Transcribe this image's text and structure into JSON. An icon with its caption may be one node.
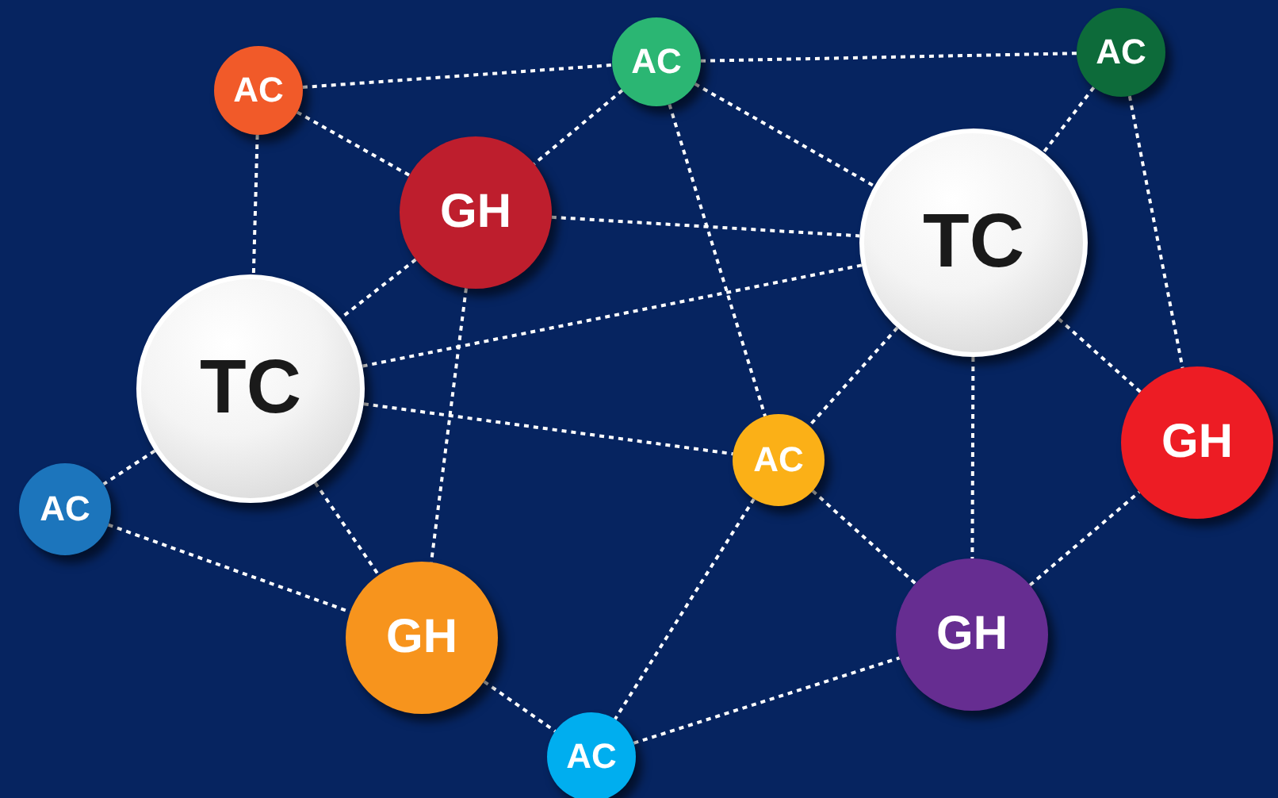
{
  "diagram": {
    "nodes": [
      {
        "text": [
          "AC"
        ]
      },
      {
        "text": [
          "AC"
        ]
      },
      {
        "text": [
          "AC"
        ]
      },
      {
        "text": [
          "GH"
        ]
      },
      {
        "text": [
          "TC"
        ]
      },
      {
        "text": [
          "TC"
        ]
      },
      {
        "text": [
          "GH"
        ]
      },
      {
        "text": [
          "AC"
        ]
      },
      {
        "text": [
          "AC"
        ]
      },
      {
        "text": [
          "GH"
        ]
      },
      {
        "text": [
          "GH"
        ]
      },
      {
        "text": [
          "AC"
        ]
      }
    ],
    "edges": [
      {
        "from": 0,
        "to": 1,
        "arrow": "none"
      },
      {
        "from": 1,
        "to": 2,
        "arrow": "none"
      },
      {
        "from": 0,
        "to": 3,
        "arrow": "none"
      },
      {
        "from": 0,
        "to": 5,
        "arrow": "none"
      },
      {
        "from": 1,
        "to": 3,
        "arrow": "none"
      },
      {
        "from": 1,
        "to": 4,
        "arrow": "none"
      },
      {
        "from": 1,
        "to": 7,
        "arrow": "none"
      },
      {
        "from": 2,
        "to": 4,
        "arrow": "none"
      },
      {
        "from": 2,
        "to": 6,
        "arrow": "none"
      },
      {
        "from": 3,
        "to": 4,
        "arrow": "none"
      },
      {
        "from": 3,
        "to": 5,
        "arrow": "none"
      },
      {
        "from": 3,
        "to": 9,
        "arrow": "none"
      },
      {
        "from": 4,
        "to": 5,
        "arrow": "none"
      },
      {
        "from": 4,
        "to": 7,
        "arrow": "none"
      },
      {
        "from": 4,
        "to": 10,
        "arrow": "none"
      },
      {
        "from": 4,
        "to": 6,
        "arrow": "none"
      },
      {
        "from": 5,
        "to": 7,
        "arrow": "none"
      },
      {
        "from": 5,
        "to": 8,
        "arrow": "none"
      },
      {
        "from": 5,
        "to": 9,
        "arrow": "none"
      },
      {
        "from": 8,
        "to": 9,
        "arrow": "none"
      },
      {
        "from": 7,
        "to": 10,
        "arrow": "none"
      },
      {
        "from": 7,
        "to": 11,
        "arrow": "none"
      },
      {
        "from": 9,
        "to": 11,
        "arrow": "none"
      },
      {
        "from": 11,
        "to": 10,
        "arrow": "none"
      },
      {
        "from": 10,
        "to": 6,
        "arrow": "none"
      }
    ]
  }
}
